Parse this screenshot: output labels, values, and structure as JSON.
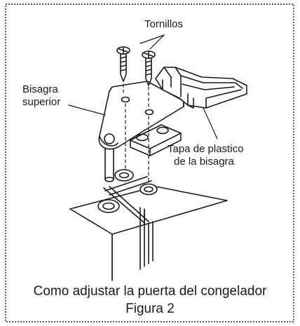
{
  "labels": {
    "screws": "Tornillos",
    "upper_hinge_line1": "Bisagra",
    "upper_hinge_line2": "superior",
    "cap_line1": "Tapa de plastico",
    "cap_line2": "de la bisagra"
  },
  "caption": {
    "line1": "Como adjustar la puerta del congelador",
    "line2": "Figura 2"
  }
}
